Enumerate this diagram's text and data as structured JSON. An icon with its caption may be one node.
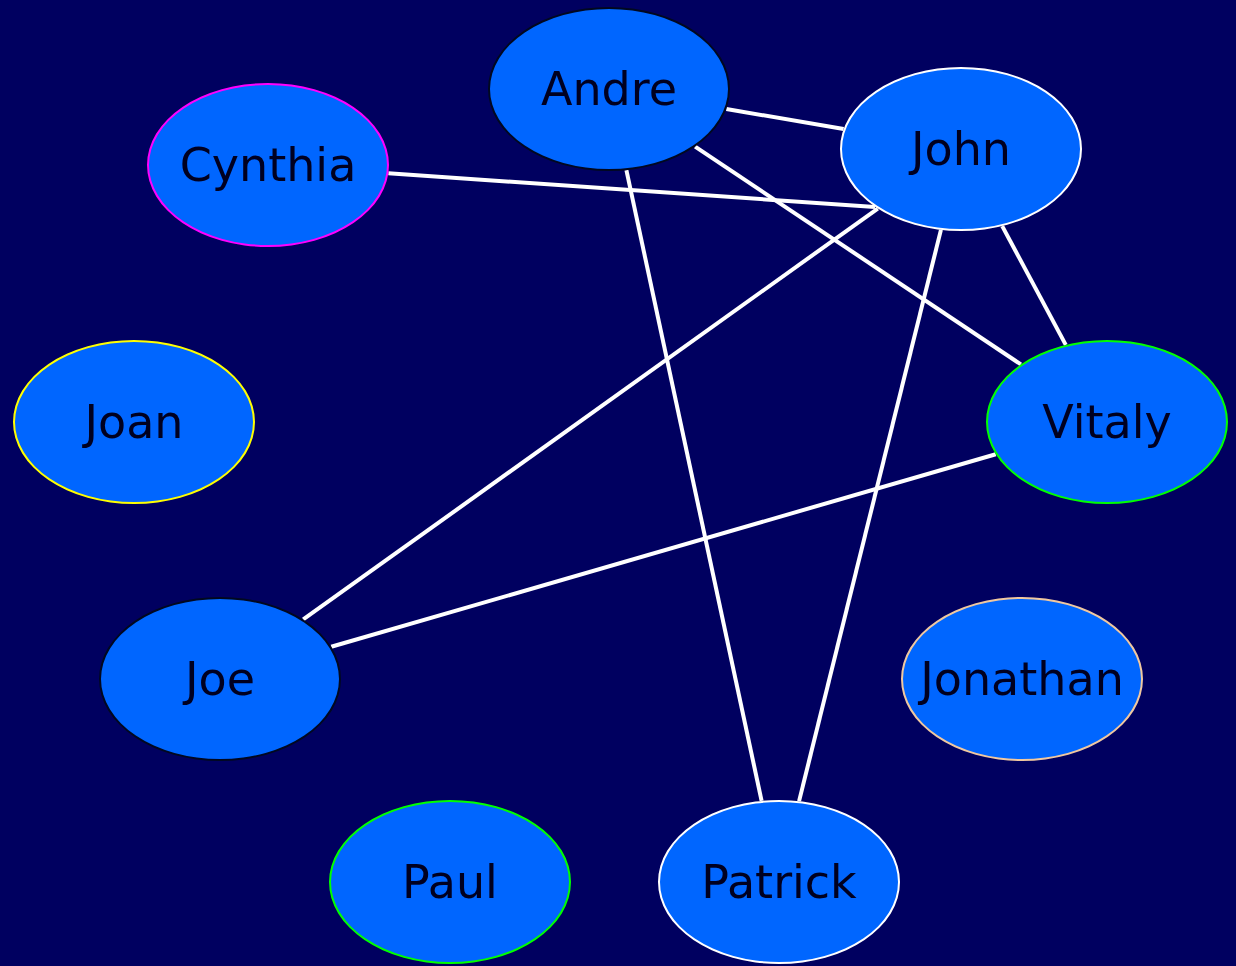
{
  "diagram": {
    "nodes": [
      {
        "text": [
          "Andre"
        ]
      },
      {
        "text": [
          "Cynthia"
        ]
      },
      {
        "text": [
          "John"
        ]
      },
      {
        "text": [
          "Joan"
        ]
      },
      {
        "text": [
          "Vitaly"
        ]
      },
      {
        "text": [
          "Joe"
        ]
      },
      {
        "text": [
          "Jonathan"
        ]
      },
      {
        "text": [
          "Paul"
        ]
      },
      {
        "text": [
          "Patrick"
        ]
      }
    ],
    "edges": [
      {
        "from": 0,
        "to": 2,
        "arrow": "none"
      },
      {
        "from": 1,
        "to": 2,
        "arrow": "none"
      },
      {
        "from": 0,
        "to": 4,
        "arrow": "none"
      },
      {
        "from": 0,
        "to": 8,
        "arrow": "none"
      },
      {
        "from": 2,
        "to": 5,
        "arrow": "none"
      },
      {
        "from": 2,
        "to": 8,
        "arrow": "none"
      },
      {
        "from": 2,
        "to": 4,
        "arrow": "none"
      },
      {
        "from": 4,
        "to": 5,
        "arrow": "none"
      }
    ]
  }
}
